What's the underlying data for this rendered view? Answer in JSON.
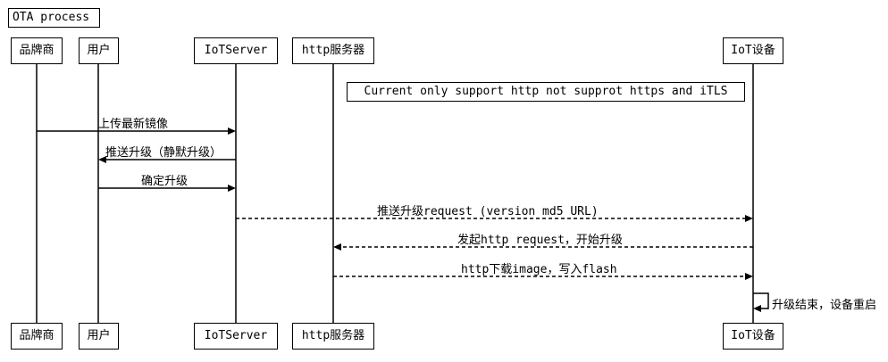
{
  "title": "OTA process",
  "participants": [
    {
      "name": "品牌商"
    },
    {
      "name": "用户"
    },
    {
      "name": "IoTServer"
    },
    {
      "name": "http服务器"
    },
    {
      "name": "IoT设备"
    }
  ],
  "note": "Current only support http not supprot https and iTLS",
  "messages": [
    {
      "from": "品牌商",
      "to": "IoTServer",
      "label": "上传最新镜像",
      "style": "solid"
    },
    {
      "from": "IoTServer",
      "to": "用户",
      "label": "推送升级（静默升级）",
      "style": "solid"
    },
    {
      "from": "用户",
      "to": "IoTServer",
      "label": "确定升级",
      "style": "solid"
    },
    {
      "from": "IoTServer",
      "to": "IoT设备",
      "label": "推送升级request (version md5 URL)",
      "style": "dashed"
    },
    {
      "from": "IoT设备",
      "to": "http服务器",
      "label": "发起http request，开始升级",
      "style": "dashed"
    },
    {
      "from": "http服务器",
      "to": "IoT设备",
      "label": "http下载image，写入flash",
      "style": "dashed"
    },
    {
      "from": "IoT设备",
      "to": "IoT设备",
      "label": "升级结束，设备重启",
      "style": "solid"
    }
  ]
}
